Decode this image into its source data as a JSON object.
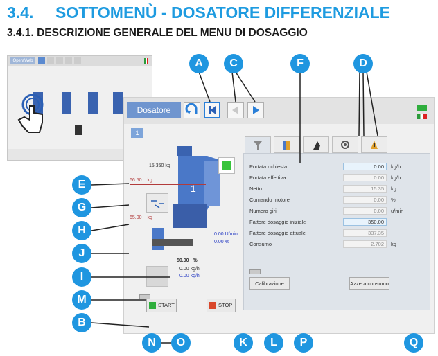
{
  "heading": {
    "number": "3.4.",
    "title": "SOTTOMENÙ - DOSATORE DIFFERENZIALE"
  },
  "subheading": "3.4.1. DESCRIZIONE GENERALE DEL MENU DI DOSAGGIO",
  "thumbnail": {
    "title": "OperaWeb"
  },
  "toolbar": {
    "dosatore_label": "Dosatore",
    "tab_number": "1"
  },
  "feeder": {
    "weight_top": "15.350",
    "weight_top_unit": "kg",
    "weight_max": "66.50",
    "weight_max_unit": "kg",
    "weight_min": "65.00",
    "weight_min_unit": "kg",
    "hopper_number": "1",
    "speed": "0.00 U/min",
    "percent": "0.00 %",
    "percent_big": "50.00",
    "percent_big_unit": "%",
    "flow1": "0.00",
    "flow1_unit": "kg/h",
    "flow2": "0.00",
    "flow2_unit": "kg/h"
  },
  "params": [
    {
      "label": "Portata richiesta",
      "value": "0.00",
      "unit": "kg/h",
      "editable": true
    },
    {
      "label": "Portata effettiva",
      "value": "0.00",
      "unit": "kg/h",
      "editable": false
    },
    {
      "label": "Netto",
      "value": "15.35",
      "unit": "kg",
      "editable": false
    },
    {
      "label": "Comando motore",
      "value": "0.00",
      "unit": "%",
      "editable": false
    },
    {
      "label": "Numero giri",
      "value": "0.00",
      "unit": "u/min",
      "editable": false
    },
    {
      "label": "Fattore dosaggio iniziale",
      "value": "350.00",
      "unit": "",
      "editable": true
    },
    {
      "label": "Fattore dosaggio attuale",
      "value": "337.35",
      "unit": "",
      "editable": false
    },
    {
      "label": "Consumo",
      "value": "2.702",
      "unit": "kg",
      "editable": false
    }
  ],
  "buttons": {
    "calibrazione": "Calibrazione",
    "azzera": "Azzera consumo",
    "start": "START",
    "stop": "STOP"
  },
  "callouts": [
    "A",
    "C",
    "F",
    "D",
    "E",
    "G",
    "H",
    "J",
    "I",
    "M",
    "B",
    "N",
    "O",
    "K",
    "L",
    "P",
    "Q"
  ],
  "colors": {
    "accent": "#1f96e0",
    "dosatore_btn": "#6f95cf",
    "start_green": "#2fae3d",
    "stop_red": "#d9472b"
  }
}
